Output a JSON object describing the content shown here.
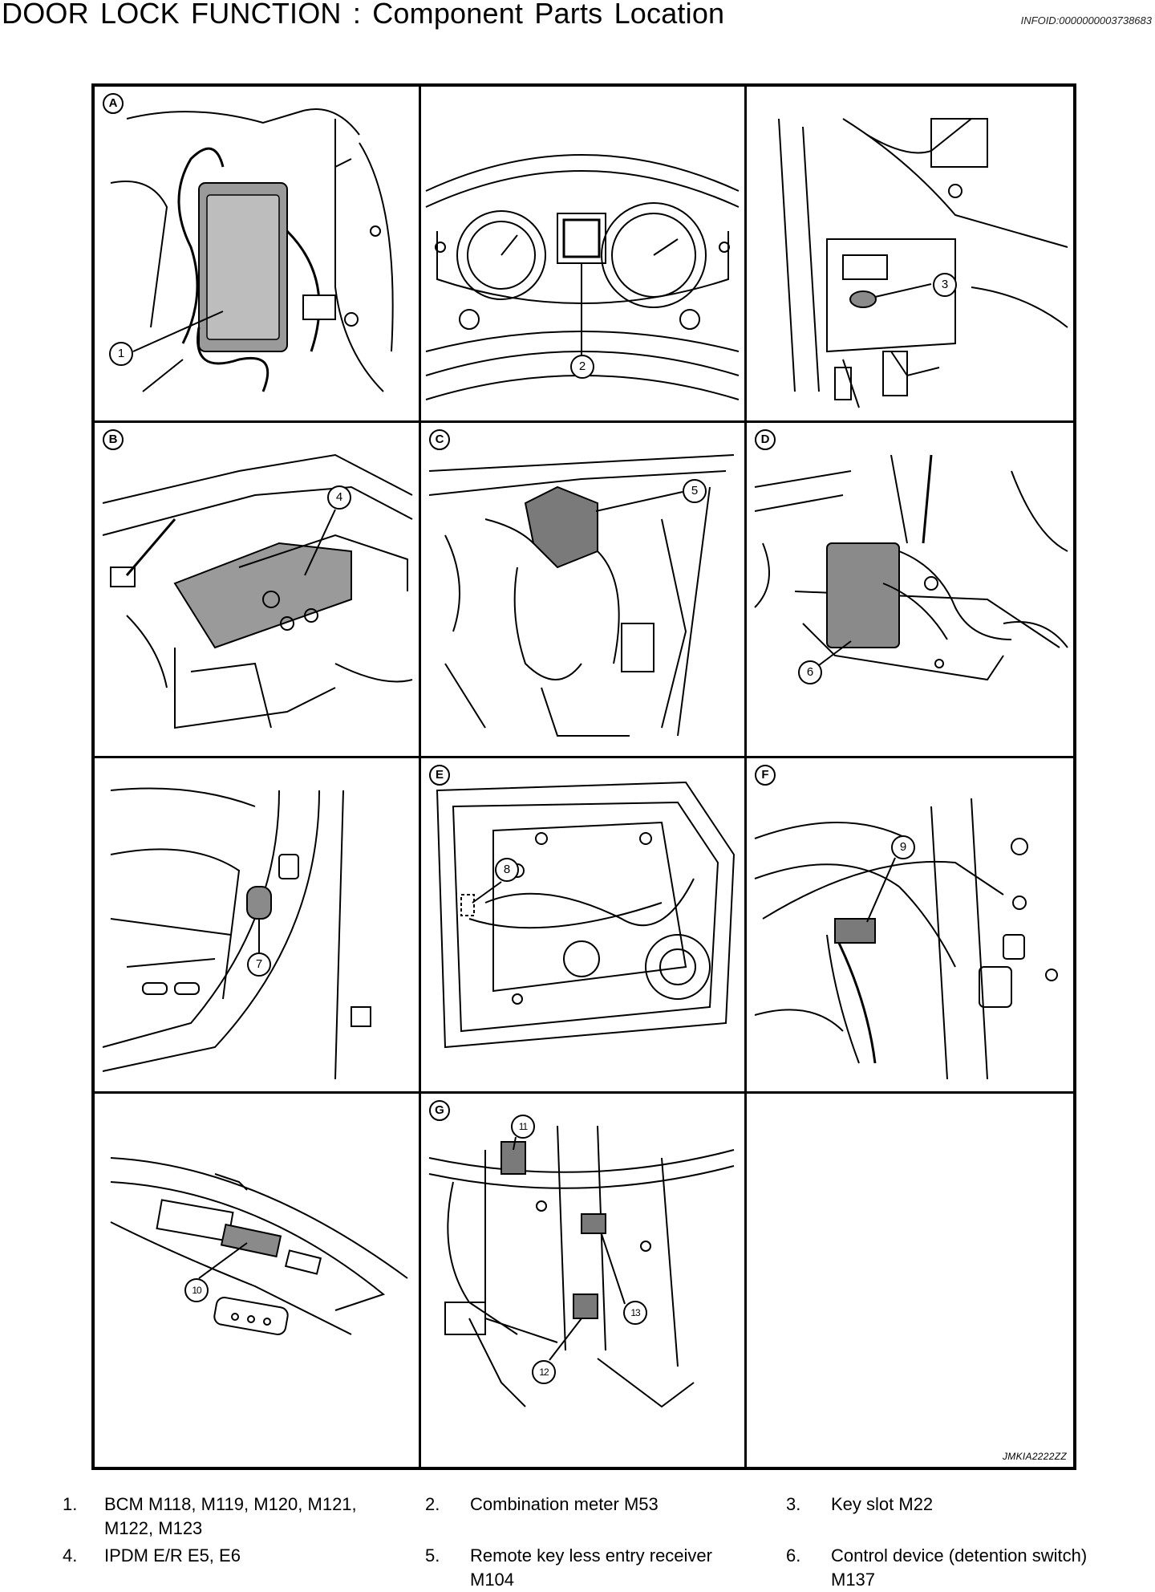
{
  "header": {
    "title": "DOOR LOCK FUNCTION : Component  Parts  Location",
    "info_id": "INFOID:0000000003738683"
  },
  "figure": {
    "code": "JMKIA2222ZZ",
    "view_labels": [
      "A",
      "B",
      "C",
      "D",
      "E",
      "F",
      "G"
    ],
    "callouts": [
      "1",
      "2",
      "3",
      "4",
      "5",
      "6",
      "7",
      "8",
      "9",
      "10",
      "11",
      "12",
      "13"
    ]
  },
  "legend": [
    {
      "num": "1.",
      "text": "BCM M118, M119, M120, M121, M122, M123"
    },
    {
      "num": "2.",
      "text": "Combination meter M53"
    },
    {
      "num": "3.",
      "text": "Key slot M22"
    },
    {
      "num": "4.",
      "text": "IPDM E/R E5, E6"
    },
    {
      "num": "5.",
      "text": "Remote key less entry receiver M104"
    },
    {
      "num": "6.",
      "text": "Control device (detention switch) M137"
    }
  ]
}
